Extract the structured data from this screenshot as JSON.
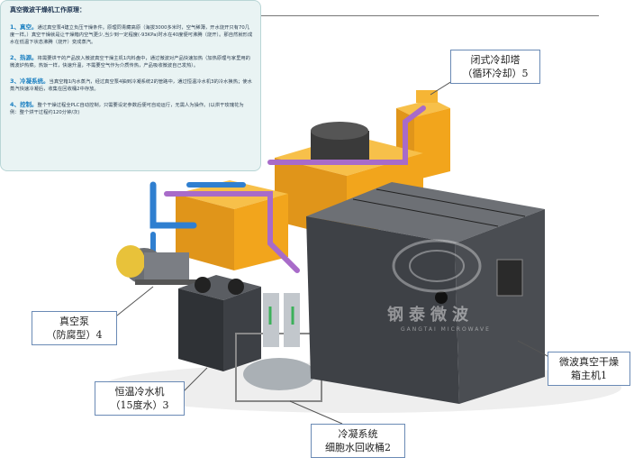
{
  "info_panel": {
    "title": "真空微波干燥机工作原理：",
    "items": [
      {
        "key": "1、真空。",
        "text": "通过真空泵4建立负压干燥条件。原理同青藏高原（海拔3000多米时，空气稀薄，开水烧开只有70几度一样。）真空干燥就是让干燥箱内空气更少,当少到一定程度(-93KPa)时水在40度便可沸腾（烧开）。那自然就形成水在低温下状态沸腾（烧开）变成蒸汽。"
      },
      {
        "key": "2、热源。",
        "text": "将需要烘干的产品放入微波真空干燥主机1内料盘中，通过微波对产品快速加热（加热原理与家里用的微波炉热菜。热饭一样，快速升温，不需要空气作为介质传热，产品吸收微波自己发热）。"
      },
      {
        "key": "3、冷凝系统。",
        "text": "当真空箱1内水蒸汽，经过真空泵4抽到冷凝系统2的管路中，通过恒温冷水机3的冷水换热；使水蒸汽快速冷凝后，收集在回收桶2中存放。"
      },
      {
        "key": "4、控制。",
        "text": "整个干燥过程全PLC自动控制，只需要设定参数后便可自动运行，无需人为操作。(以烘干玫瑰花为例：整个烘干过程约120分钟/次)"
      }
    ]
  },
  "callouts": {
    "cooling_tower": "闭式冷却塔\n（循环冷却）5",
    "vacuum_pump": "真空泵\n（防腐型）4",
    "chiller": "恒温冷水机\n（15度水）3",
    "condenser": "冷凝系统\n细胞水回收桶2",
    "main_unit": "微波真空干燥\n箱主机1"
  },
  "watermark": {
    "cn": "钢泰微波",
    "en": "GANGTAI MICROWAVE"
  },
  "colors": {
    "machine_gray": "#4a4d52",
    "tank_orange": "#f2a51c",
    "pipe_purple": "#a86bc9",
    "pipe_blue": "#2f7fd0",
    "callout_border": "#6a8ab5"
  }
}
